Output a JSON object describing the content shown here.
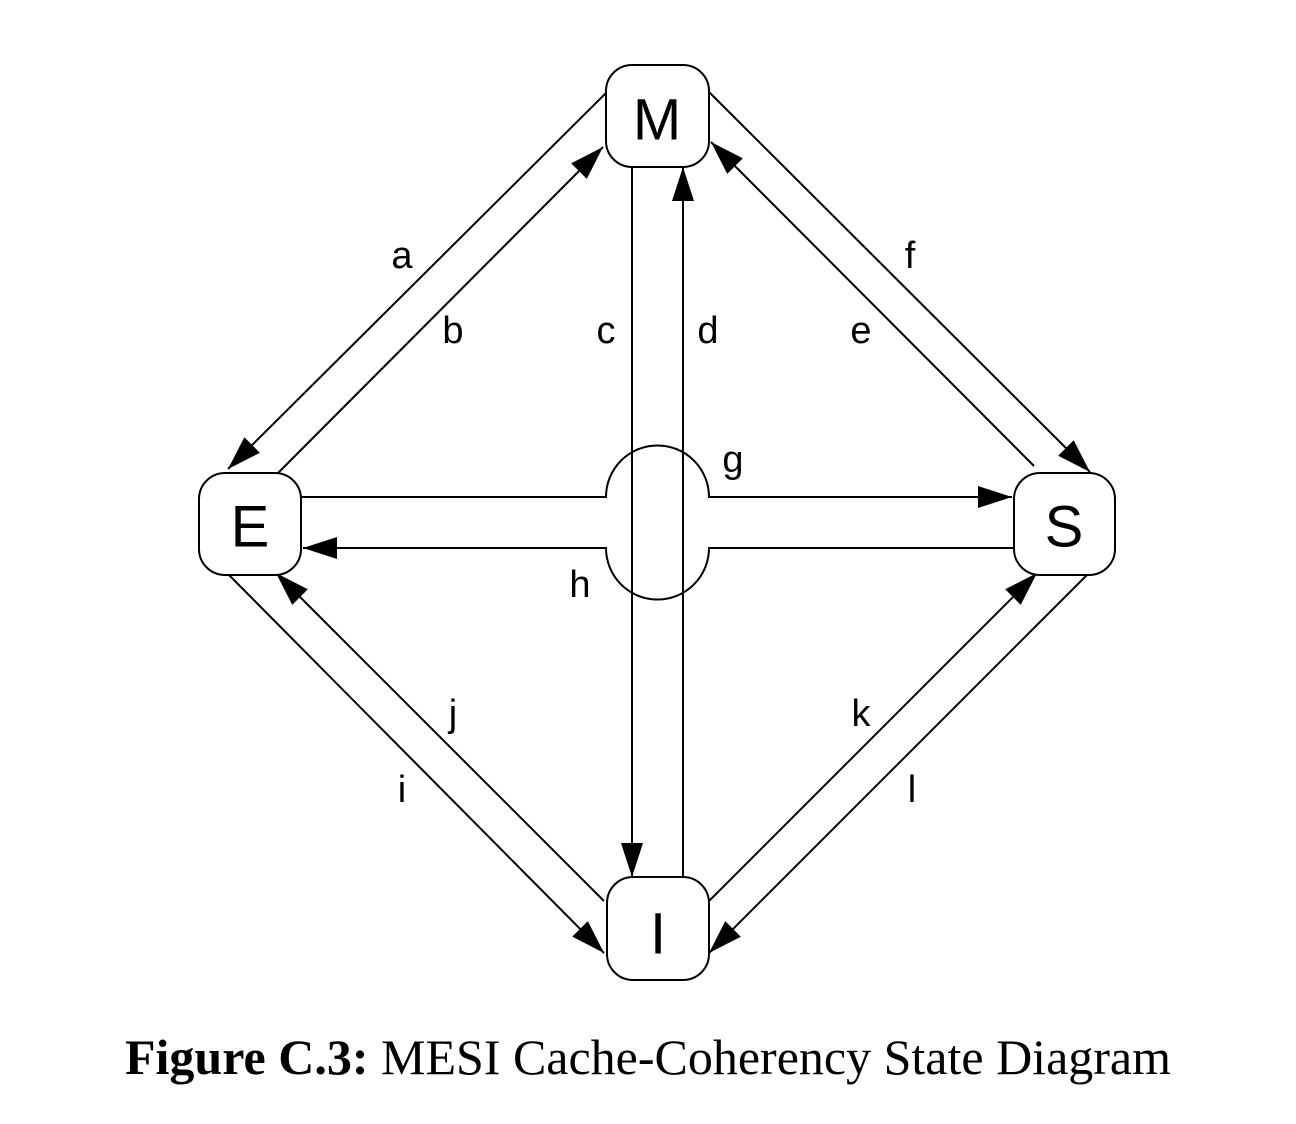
{
  "diagram": {
    "nodes": [
      {
        "id": "M",
        "label": "M"
      },
      {
        "id": "E",
        "label": "E"
      },
      {
        "id": "S",
        "label": "S"
      },
      {
        "id": "I",
        "label": "I"
      }
    ],
    "edges": [
      {
        "label": "a",
        "from": "M",
        "to": "E"
      },
      {
        "label": "b",
        "from": "E",
        "to": "M"
      },
      {
        "label": "c",
        "from": "M",
        "to": "I"
      },
      {
        "label": "d",
        "from": "I",
        "to": "M"
      },
      {
        "label": "e",
        "from": "S",
        "to": "M"
      },
      {
        "label": "f",
        "from": "M",
        "to": "S"
      },
      {
        "label": "g",
        "from": "E",
        "to": "S"
      },
      {
        "label": "h",
        "from": "S",
        "to": "E"
      },
      {
        "label": "i",
        "from": "E",
        "to": "I"
      },
      {
        "label": "j",
        "from": "I",
        "to": "E"
      },
      {
        "label": "k",
        "from": "I",
        "to": "S"
      },
      {
        "label": "l",
        "from": "S",
        "to": "I"
      }
    ]
  },
  "caption": {
    "label": "Figure C.3:",
    "text": "MESI Cache-Coherency State Diagram"
  }
}
